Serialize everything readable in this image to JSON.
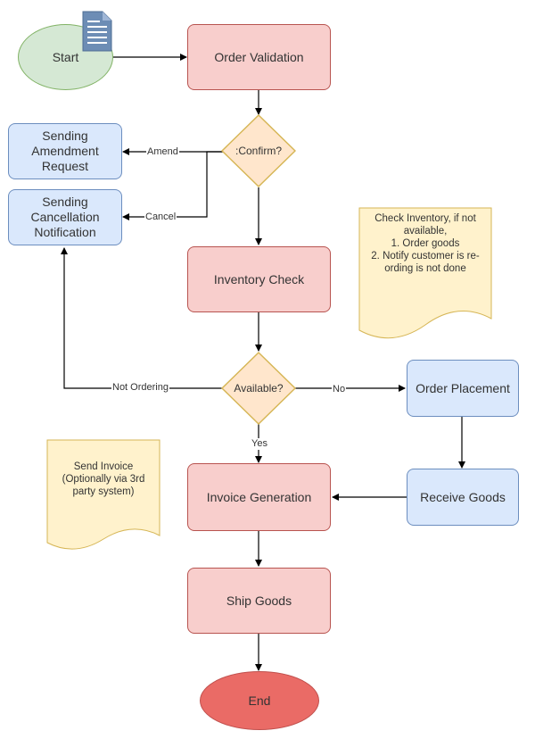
{
  "nodes": {
    "start": "Start",
    "order_validation": "Order Validation",
    "confirm": ":Confirm?",
    "sending_amendment": [
      "Sending",
      "Amendment",
      "Request"
    ],
    "sending_cancellation": [
      "Sending",
      "Cancellation",
      "Notification"
    ],
    "inventory_check": "Inventory Check",
    "available": "Available?",
    "order_placement": "Order Placement",
    "receive_goods": "Receive Goods",
    "invoice_generation": "Invoice Generation",
    "ship_goods": "Ship Goods",
    "end": "End"
  },
  "notes": {
    "inventory": [
      "Check Inventory, if not",
      "available,",
      "1. Order goods",
      "2. Notify customer is re-",
      "ording is not done"
    ],
    "invoice": [
      "Send Invoice",
      "(Optionally via 3rd",
      "party system)"
    ]
  },
  "edge_labels": {
    "amend": "Amend",
    "cancel": "Cancel",
    "not_ordering": "Not Ordering",
    "no": "No",
    "yes": "Yes"
  },
  "colors": {
    "process_fill": "#f8cecc",
    "process_stroke": "#b85450",
    "decision_fill": "#ffe6cc",
    "decision_stroke": "#d6b656",
    "action_fill": "#dae8fc",
    "action_stroke": "#6c8ebf",
    "start_fill": "#d5e8d4",
    "end_fill": "#ea6b66",
    "note_fill": "#fff2cc",
    "note_stroke": "#d6b656"
  },
  "icons": [
    "document-icon"
  ]
}
